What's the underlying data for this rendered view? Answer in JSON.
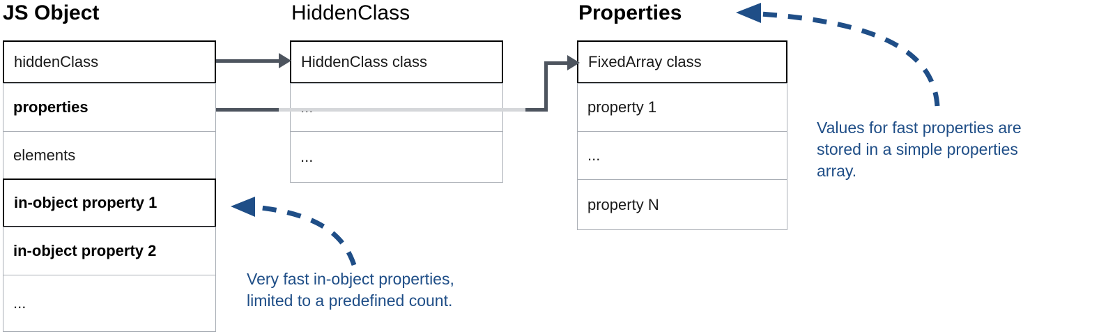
{
  "columns": [
    {
      "key": "js_object",
      "title": "JS Object",
      "title_weight": "bold",
      "rows": [
        {
          "label": "hiddenClass",
          "bold": false,
          "emphasis": true
        },
        {
          "label": "properties",
          "bold": true,
          "emphasis": false
        },
        {
          "label": "elements",
          "bold": false,
          "emphasis": false
        },
        {
          "label": "in-object property 1",
          "bold": true,
          "emphasis": true
        },
        {
          "label": "in-object property 2",
          "bold": true,
          "emphasis": false
        },
        {
          "label": "...",
          "bold": false,
          "emphasis": false
        }
      ]
    },
    {
      "key": "hidden_class",
      "title": "HiddenClass",
      "title_weight": "regular",
      "rows": [
        {
          "label": "HiddenClass class",
          "bold": false,
          "emphasis": true
        },
        {
          "label": "...",
          "bold": false,
          "emphasis": false
        },
        {
          "label": "...",
          "bold": false,
          "emphasis": false
        }
      ]
    },
    {
      "key": "properties",
      "title": "Properties",
      "title_weight": "bold",
      "rows": [
        {
          "label": "FixedArray class",
          "bold": false,
          "emphasis": true
        },
        {
          "label": "property 1",
          "bold": false,
          "emphasis": false
        },
        {
          "label": "...",
          "bold": false,
          "emphasis": false
        },
        {
          "label": "property N",
          "bold": false,
          "emphasis": false
        }
      ]
    }
  ],
  "annotations": [
    {
      "key": "properties_array",
      "lines": [
        "Values for fast properties are",
        "stored in a simple properties",
        "array."
      ],
      "text": "Values for fast properties are\nstored in a simple properties\narray.",
      "color": "#1f4e87",
      "points_to": "Properties"
    },
    {
      "key": "in_object_properties",
      "lines": [
        "Very fast in-object properties,",
        "limited to a predefined count."
      ],
      "text": "Very fast in-object properties,\nlimited to a predefined count.",
      "color": "#1f4e87",
      "points_to": "in-object property 1"
    }
  ],
  "connectors": [
    {
      "key": "hiddenclass-to-hiddenclass-box",
      "from": "hiddenClass",
      "to": "HiddenClass class",
      "style": "solid-arrow"
    },
    {
      "key": "properties-to-fixedarray-box",
      "from": "properties",
      "to": "FixedArray class",
      "style": "solid-arrow"
    }
  ],
  "colors": {
    "connector": "#4d545e",
    "annotation": "#1f4e87",
    "row_border": "#a9aeb5",
    "emphasis_border": "#000000",
    "background": "#ffffff"
  }
}
